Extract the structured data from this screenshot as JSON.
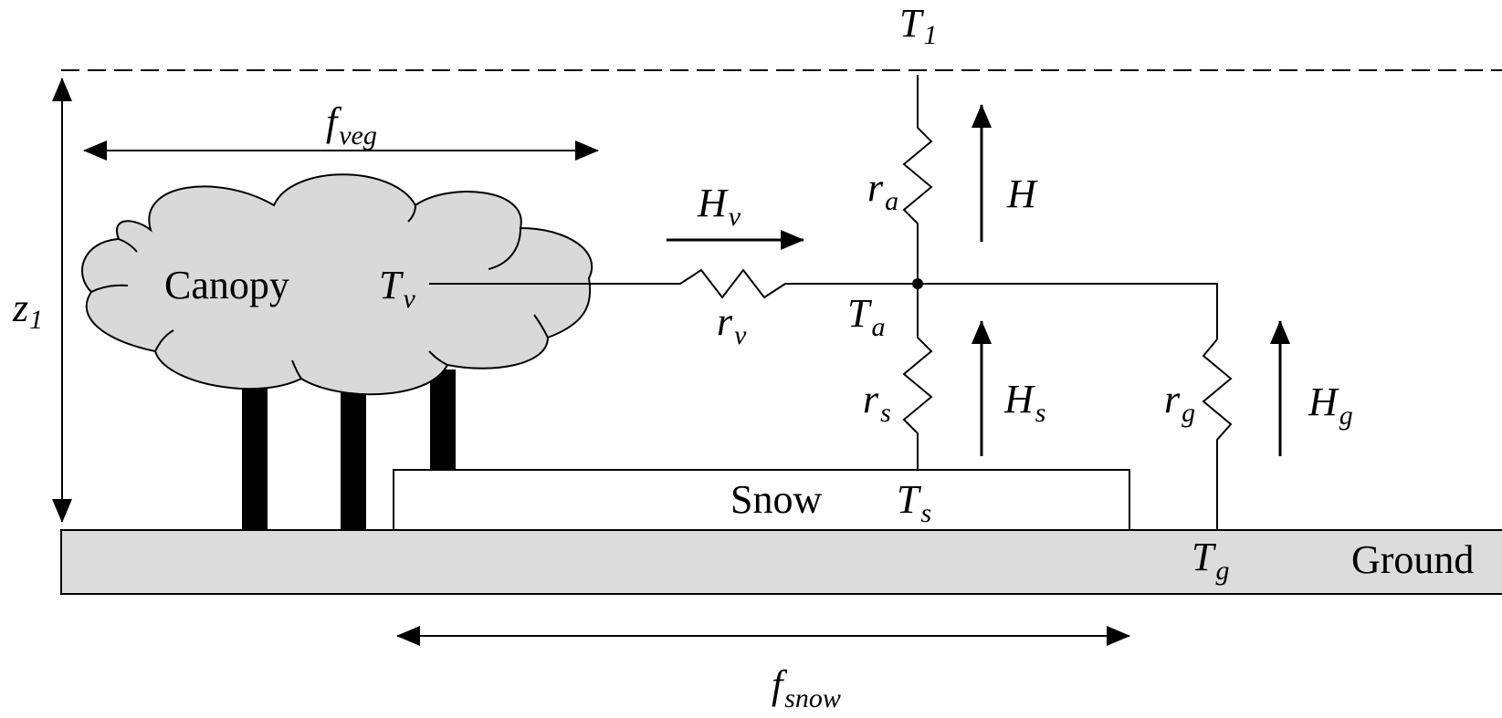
{
  "labels": {
    "t1": {
      "base": "T",
      "sub": "1"
    },
    "z1": {
      "base": "z",
      "sub": "1"
    },
    "fveg": {
      "base": "f",
      "sub": "veg"
    },
    "fsnow": {
      "base": "f",
      "sub": "snow"
    },
    "canopy": "Canopy",
    "tv": {
      "base": "T",
      "sub": "v"
    },
    "hv": {
      "base": "H",
      "sub": "v"
    },
    "rv": {
      "base": "r",
      "sub": "v"
    },
    "ra": {
      "base": "r",
      "sub": "a"
    },
    "h": "H",
    "ta": {
      "base": "T",
      "sub": "a"
    },
    "rs": {
      "base": "r",
      "sub": "s"
    },
    "hs": {
      "base": "H",
      "sub": "s"
    },
    "rg": {
      "base": "r",
      "sub": "g"
    },
    "hg": {
      "base": "H",
      "sub": "g"
    },
    "snow": "Snow",
    "ts": {
      "base": "T",
      "sub": "s"
    },
    "tg": {
      "base": "T",
      "sub": "g"
    },
    "ground": "Ground"
  },
  "colors": {
    "line": "#000000",
    "canopy_fill": "#d9d9d9",
    "ground_fill": "#dcdcdc",
    "snow_fill": "#ffffff"
  }
}
